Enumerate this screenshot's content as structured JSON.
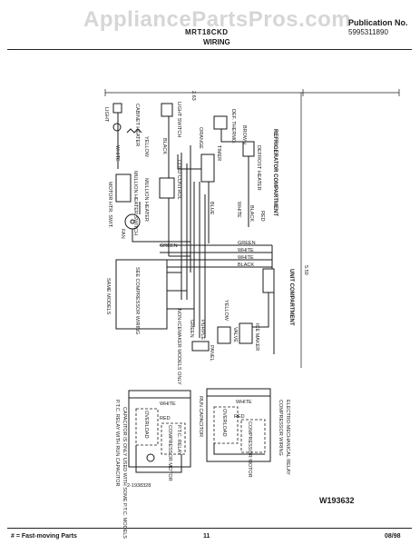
{
  "header": {
    "watermark": "AppliancePartsPros.com",
    "publication_label": "Publication No.",
    "publication_number": "5995311890",
    "model": "MRT18CKD",
    "section_title": "WIRING"
  },
  "diagram": {
    "compartments": {
      "refrigerator": "REFRIGERATOR COMPARTMENT",
      "unit": "UNIT COMPARTMENT"
    },
    "components": {
      "light_switch": "LIGHT SWITCH",
      "light": "LIGHT",
      "cabinet_heater": "CABINET HEATER",
      "mullion_heater": "MULLION HEATER",
      "mullion_heater_switch": "MULLION HEATER SWITCH",
      "motor_harness": "MOTOR HTR. SWIT.",
      "defrost_heater": "DEFROST HEATER",
      "defrost_thermostat": "DEF. THERMO.",
      "cold_control": "COLD CONTROL",
      "defrost_timer": "TIMER",
      "fan": "FAN",
      "compressor_wiring": "SEE COMPRESSOR WIRING",
      "same_models": "SAME MODELS",
      "ice_maker": "ICE MAKER",
      "ice_maker_valve": "VALVE",
      "non_ice_models": "NON-ICEMAKER MODELS ONLY",
      "panel_heater": "PANEL",
      "relay_note": "P.T.C. RELAY WITH RUN CAPACITOR",
      "relay_note_2": "CAPACITOR IS ONLY USED WITH SOME P.T.C. MODELS",
      "run_capacitor": "RUN CAPACITOR",
      "part_ref": "2-1938328",
      "overload": "OVERLOAD",
      "compressor_motor": "COMPRESSOR MOTOR",
      "ptc_relay": "P.T.C. RELAY",
      "electromechanical_title": "COMPRESSOR WIRING",
      "electromechanical_relay": "ELECTRO-MECHANICAL RELAY"
    },
    "wire_colors": {
      "white": "WHITE",
      "black": "BLACK",
      "yellow": "YELLOW",
      "red": "RED",
      "orange": "ORANGE",
      "brown": "BROWN",
      "blue": "BLUE",
      "green": "GREEN",
      "purple": "PURPLE"
    },
    "dimensions": {
      "left": "2.63",
      "right": "5.50"
    },
    "code": "W193632"
  },
  "footer": {
    "note": "# = Fast-moving Parts",
    "page": "11",
    "date": "08/98"
  }
}
